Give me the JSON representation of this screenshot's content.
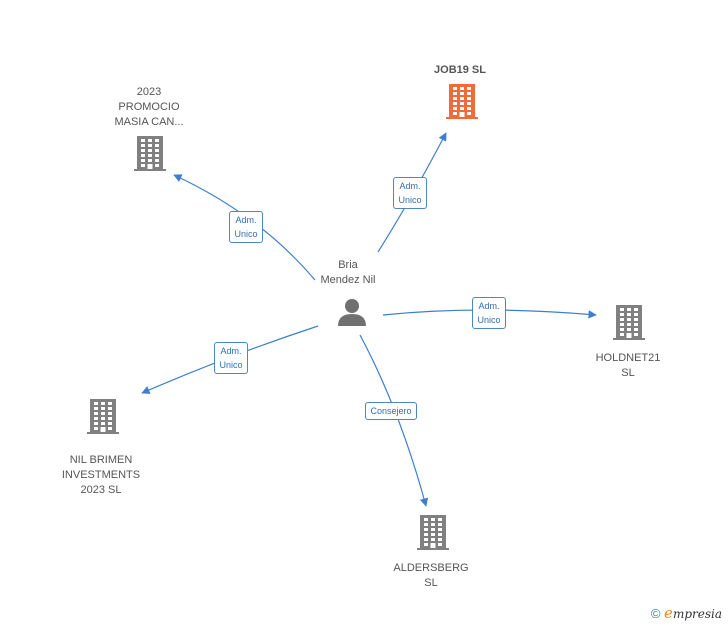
{
  "colors": {
    "edge": "#3d7fcc",
    "building": "#808080",
    "highlight": "#f06a3a",
    "person": "#707070"
  },
  "center": {
    "lines": [
      "Bria",
      "Mendez Nil"
    ],
    "icon": "person-icon"
  },
  "nodes": [
    {
      "id": "promocio",
      "lines": [
        "2023",
        "PROMOCIO",
        "MASIA CAN..."
      ],
      "icon": "building-icon",
      "highlight": false
    },
    {
      "id": "job19",
      "lines": [
        "JOB19  SL"
      ],
      "icon": "building-icon",
      "highlight": true
    },
    {
      "id": "holdnet21",
      "lines": [
        "HOLDNET21",
        "SL"
      ],
      "icon": "building-icon",
      "highlight": false
    },
    {
      "id": "nil-brimen",
      "lines": [
        "NIL BRIMEN",
        "INVESTMENTS",
        "2023  SL"
      ],
      "icon": "building-icon",
      "highlight": false
    },
    {
      "id": "aldersberg",
      "lines": [
        "ALDERSBERG",
        "SL"
      ],
      "icon": "building-icon",
      "highlight": false
    }
  ],
  "edges": [
    {
      "to": "promocio",
      "lines": [
        "Adm.",
        "Unico"
      ]
    },
    {
      "to": "job19",
      "lines": [
        "Adm.",
        "Unico"
      ]
    },
    {
      "to": "holdnet21",
      "lines": [
        "Adm.",
        "Unico"
      ]
    },
    {
      "to": "nil-brimen",
      "lines": [
        "Adm.",
        "Unico"
      ]
    },
    {
      "to": "aldersberg",
      "lines": [
        "Consejero"
      ]
    }
  ],
  "footer": {
    "copyright": "©",
    "brand_initial": "e",
    "brand_rest": "mpresia"
  }
}
